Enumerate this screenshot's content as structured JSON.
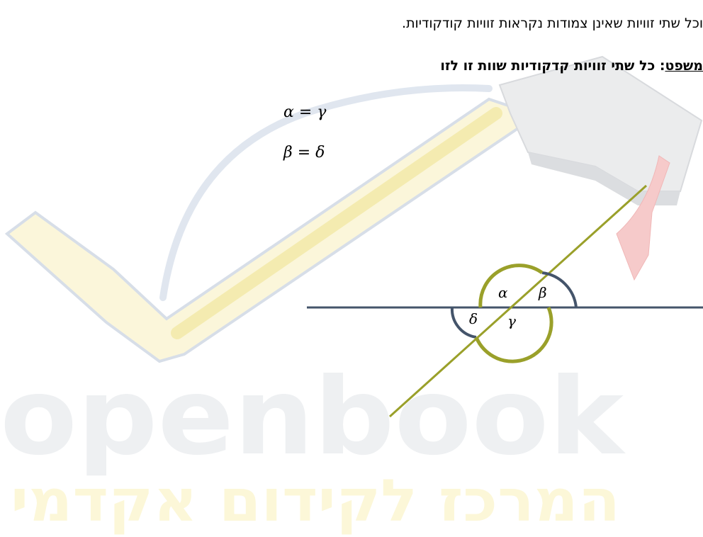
{
  "text": {
    "definition_line": "וכל שתי זוויות שאינן צמודות נקראות זוויות קודקודיות.",
    "theorem_label": "משפט",
    "theorem_colon": ":",
    "theorem_body": " כל שתי זוויות קדקודיות שוות זו לזו"
  },
  "equations": [
    {
      "lhs": "α",
      "op": "=",
      "rhs": "γ"
    },
    {
      "lhs": "β",
      "op": "=",
      "rhs": "δ"
    }
  ],
  "angle_labels": {
    "alpha": "α",
    "beta": "β",
    "gamma": "γ",
    "delta": "δ"
  },
  "watermark": {
    "logo_text": "openbook",
    "tagline": "המרכז לקידום אקדמי"
  },
  "colors": {
    "horizontal_line": "#44546a",
    "transversal": "#9aa02a",
    "arc_blue": "#44546a",
    "arc_olive": "#9aa02a"
  }
}
